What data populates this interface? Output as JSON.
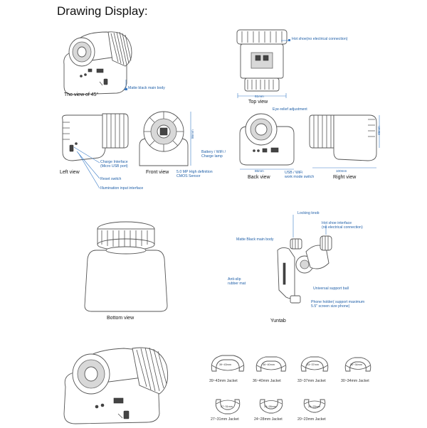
{
  "heading": "Drawing Display:",
  "views": {
    "v45": "The view of 45°",
    "top": "Top view",
    "left": "Left view",
    "front": "Front view",
    "back": "Back view",
    "right": "Right view",
    "bottom": "Bottom view",
    "yuntab": "Yuntab"
  },
  "annotations": {
    "matte_body": "Matte black main body",
    "hot_shoe": "Hot shoe(no electrical connection)",
    "eye_relief": "Eye-relief adjustment",
    "charge_if": "Charge Interface\n(Micro USB port)",
    "reset": "Reset switch",
    "illum": "Illumination input  interface",
    "battery": "Battery / WiFi /\nCharge lamp",
    "sensor": "5.0 MP High definition\nCMOS Sensor",
    "usb_wifi": "USB / WiFi\nwork mode switch",
    "locking": "Locking knob",
    "hot_shoe_if": "Hot shoe interface\n(no electrical connection)",
    "matte_body2": "Matte Black main body",
    "anti_slip": "Anti-slip\nrubber mat",
    "ball": "Universal support ball",
    "phone": "Phone holder( support maximum\n5.5\" screen size phone)"
  },
  "dims": {
    "d61": "61mm",
    "d86": "86mm",
    "d86b": "86mm",
    "d100": "100mm",
    "d48": "48mm"
  },
  "jackets": [
    "39~43mm Jacket",
    "36~40mm Jacket",
    "33~37mm Jacket",
    "30~34mm Jacket",
    "27~31mm Jacket",
    "24~28mm Jacket",
    "20~23mm Jacket"
  ],
  "ring_labels": [
    "39~43mm",
    "36~40mm",
    "33~37mm",
    "30~34mm",
    "27~31mm",
    "24~28mm",
    "20~23mm"
  ],
  "colors": {
    "annotation": "#1f5fa8",
    "line": "#555555",
    "accent_marker": "#3a7cc7"
  }
}
